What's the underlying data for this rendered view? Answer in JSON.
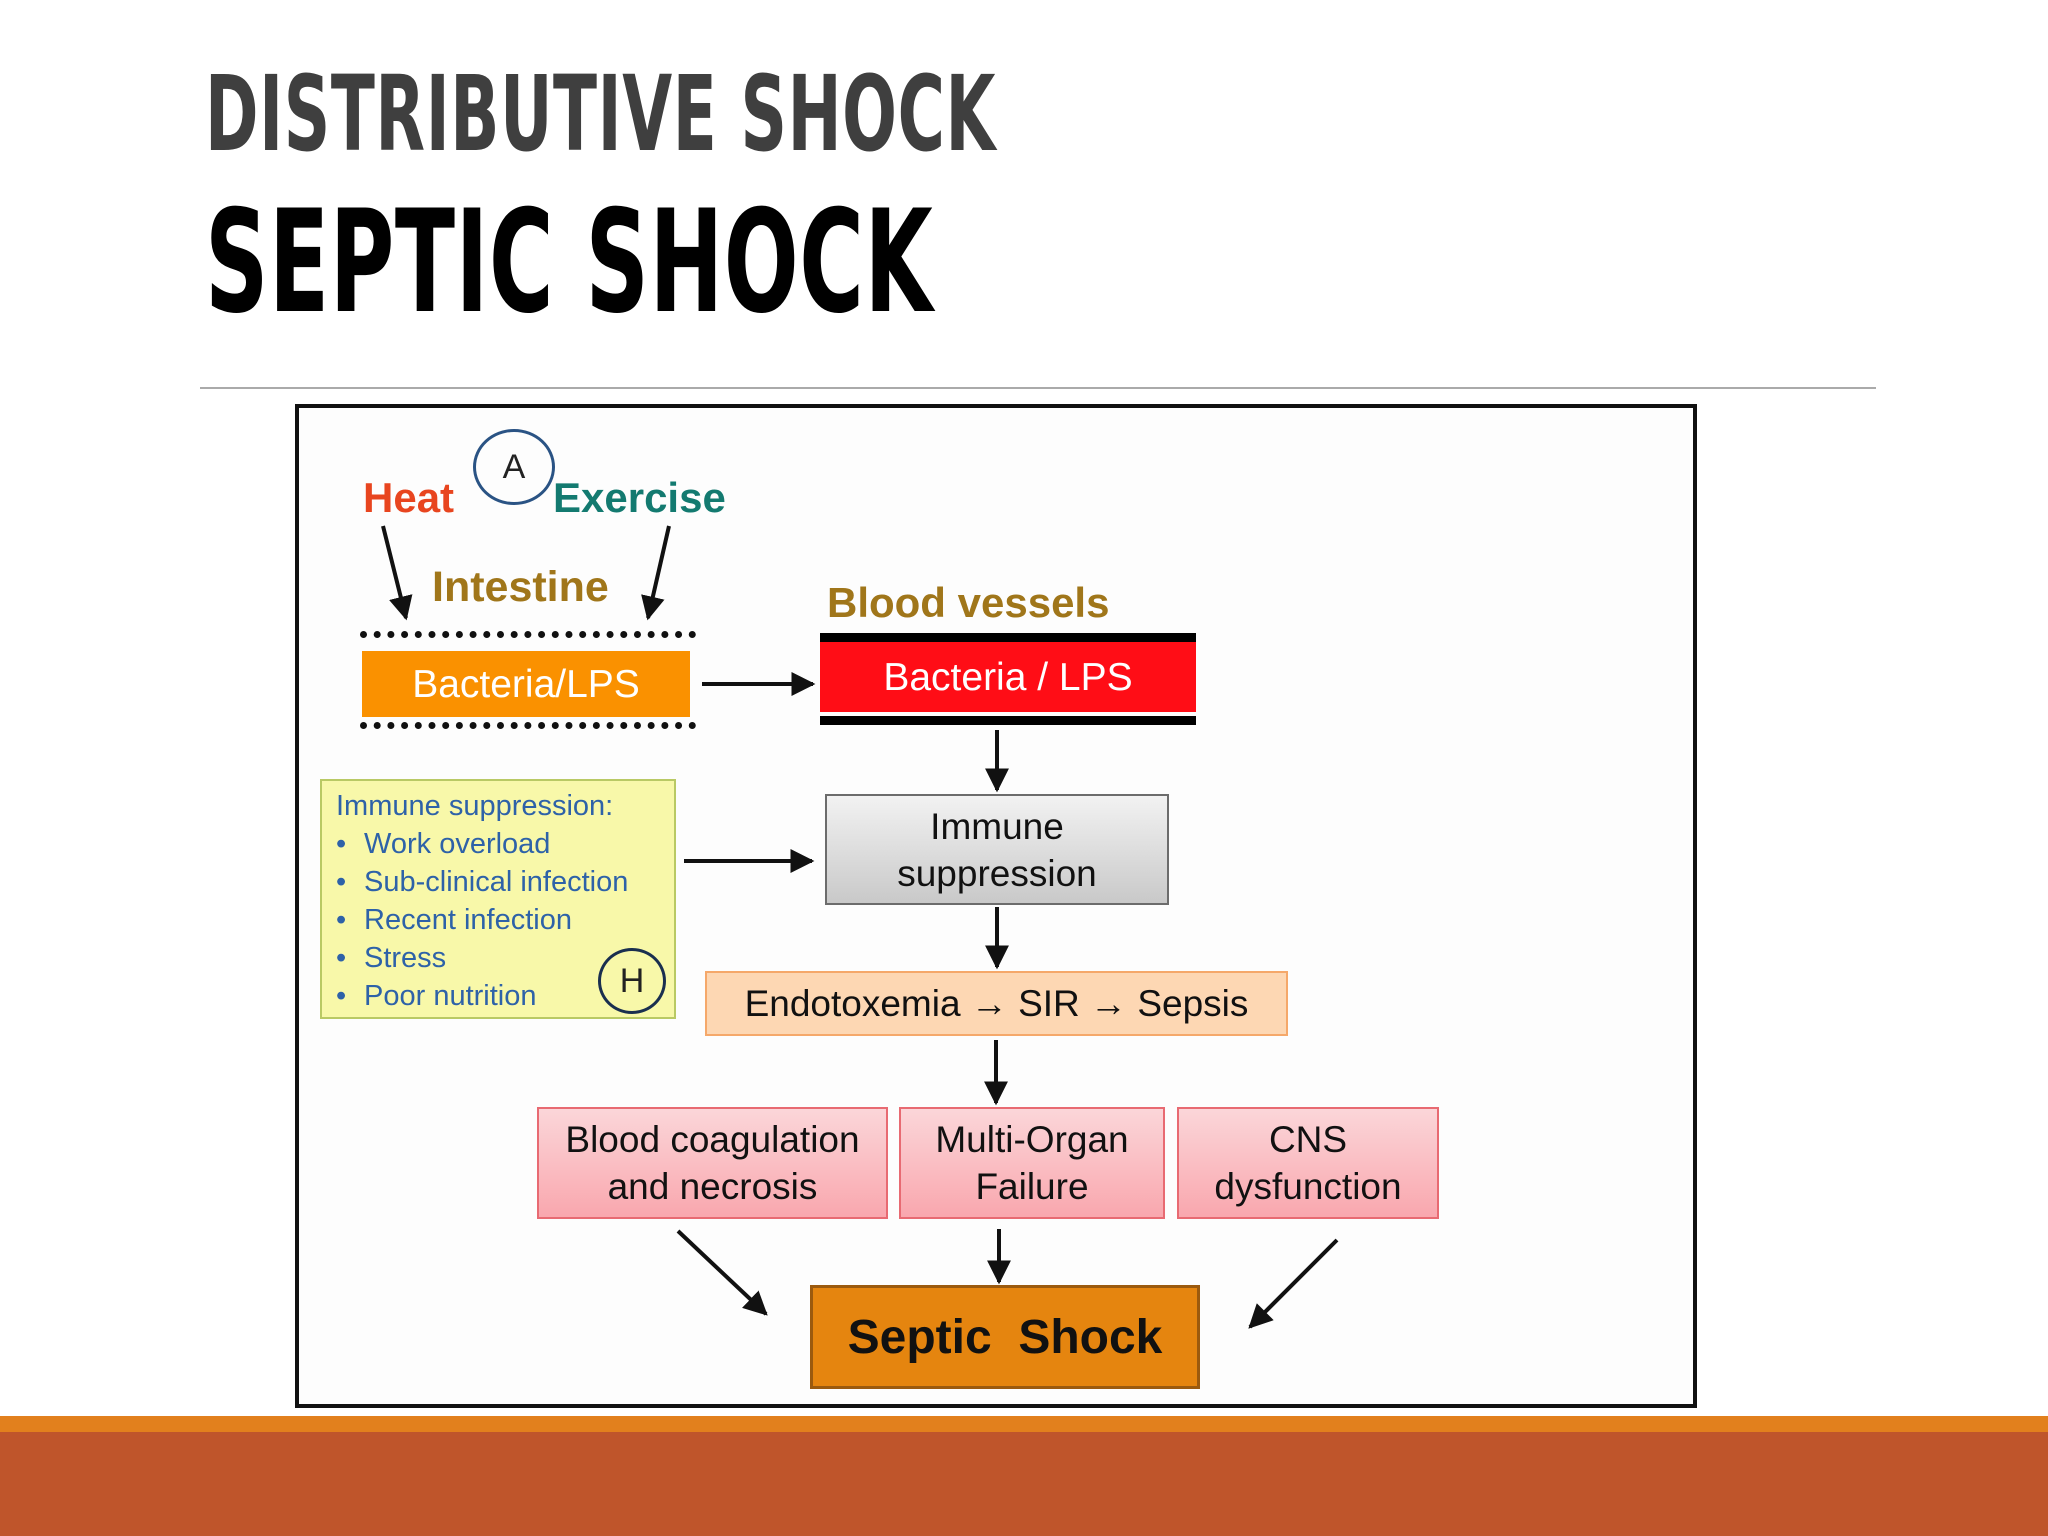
{
  "slide": {
    "title": "DISTRIBUTIVE SHOCK",
    "subtitle": "SEPTIC SHOCK"
  },
  "diagram": {
    "marker_a": "A",
    "marker_h": "H",
    "heat": "Heat",
    "exercise": "Exercise",
    "intestine": "Intestine",
    "blood_vessels": "Blood vessels",
    "intestine_box": "Bacteria/LPS",
    "vessel_box": "Bacteria / LPS",
    "immune_factors": {
      "heading": "Immune suppression:",
      "items": [
        "Work overload",
        "Sub-clinical infection",
        "Recent infection",
        "Stress",
        "Poor nutrition"
      ]
    },
    "immune_box_line1": "Immune",
    "immune_box_line2": "suppression",
    "sepsis_chain": "Endotoxemia → SIR → Sepsis",
    "outcomes": [
      {
        "line1": "Blood coagulation",
        "line2": "and necrosis"
      },
      {
        "line1": "Multi-Organ",
        "line2": "Failure"
      },
      {
        "line1": "CNS",
        "line2": "dysfunction"
      }
    ],
    "result": "Septic  Shock"
  },
  "colors": {
    "heat": "#e8451f",
    "exercise": "#137a70",
    "olive_label": "#a0761a",
    "intestine_box": "#fa9100",
    "vessel_box": "#ff0d16",
    "immune_panel": "#f8f8a9",
    "result_box": "#e5850f",
    "footer_thin": "#e2801d",
    "footer_thick": "#bf552b"
  }
}
